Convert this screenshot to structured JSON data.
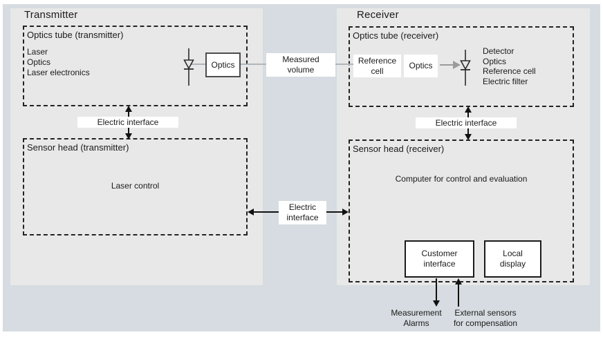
{
  "colors": {
    "outer_background": "#ffffff",
    "diagram_background": "#d6dce1",
    "panel_background": "#e7e8e7",
    "box_background": "#ffffff",
    "text": "#1a1a1a",
    "beam_gray": "#b0b5ba",
    "arrow_gray": "#9b9b9b",
    "arrow_black": "#111111"
  },
  "transmitter": {
    "title": "Transmitter",
    "optics_tube": {
      "title": "Optics tube (transmitter)",
      "components": [
        "Laser",
        "Optics",
        "Laser electronics"
      ],
      "optics_box_label": "Optics"
    },
    "electric_interface_label": "Electric interface",
    "sensor_head": {
      "title": "Sensor head (transmitter)",
      "body": "Laser control"
    }
  },
  "receiver": {
    "title": "Receiver",
    "optics_tube": {
      "title": "Optics tube (receiver)",
      "reference_cell_label": "Reference cell",
      "optics_box_label": "Optics",
      "components": [
        "Detector",
        "Optics",
        "Reference cell",
        "Electric filter"
      ]
    },
    "electric_interface_label": "Electric interface",
    "sensor_head": {
      "title": "Sensor head (receiver)",
      "body": "Computer for control and evaluation",
      "customer_interface_label": "Customer interface",
      "local_display_label": "Local display"
    }
  },
  "connections": {
    "measured_volume_label": "Measured volume",
    "sensor_link_label": "Electric interface",
    "measurement_alarms_label": "Measurement Alarms",
    "external_sensors_label": "External sensors for compensation"
  }
}
